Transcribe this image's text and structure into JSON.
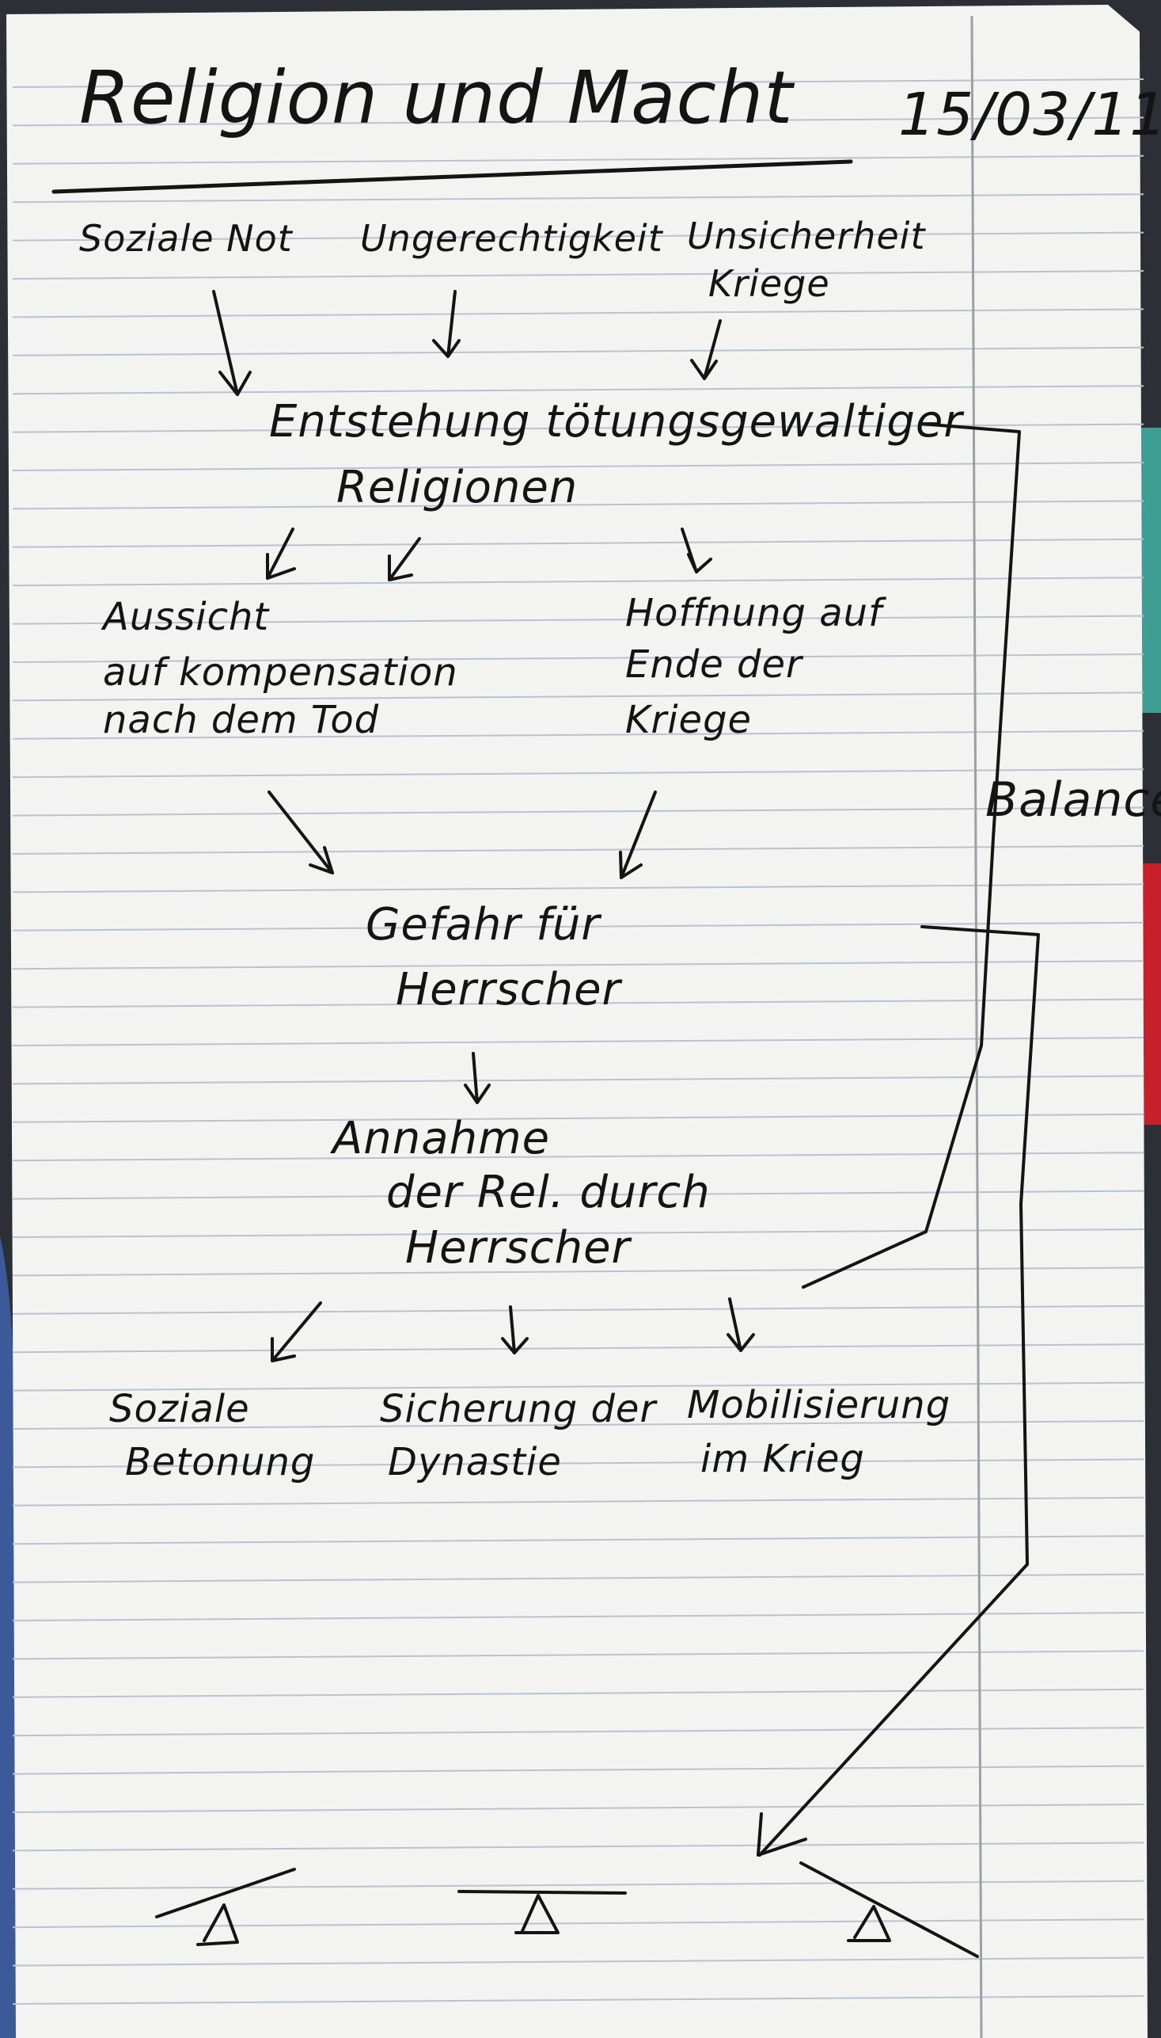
{
  "title": "Religion und Macht",
  "date": "15/03/11",
  "causes": [
    "Soziale Not",
    "Ungerechtigkeit",
    "Unsicherheit",
    "Kriege"
  ],
  "origin_line1": "Entstehung tötungsgewaltiger",
  "origin_line2": "Religionen",
  "left_branch": [
    "Aussicht",
    "auf kompensation",
    "nach dem Tod"
  ],
  "right_branch": [
    "Hoffnung auf",
    "Ende der",
    "Kriege"
  ],
  "danger": [
    "Gefahr für",
    "Herrscher"
  ],
  "adoption": [
    "Annahme",
    "der Rel. durch",
    "Herrscher"
  ],
  "outcomes": [
    {
      "line1": "Soziale",
      "line2": "Betonung"
    },
    {
      "line1": "Sicherung der",
      "line2": "Dynastie"
    },
    {
      "line1": "Mobilisierung",
      "line2": "im Krieg"
    }
  ],
  "balance_label": "Balance",
  "colors": {
    "paper": "#f3f3f1",
    "rule_line": "#b7c3cf",
    "margin_line": "#9aa0a6",
    "ink": "#141414",
    "tab_red": "#c8202a",
    "tab_teal": "#3f9e93",
    "desk": "#2c2f36",
    "desk_blue": "#3c5a9a"
  }
}
